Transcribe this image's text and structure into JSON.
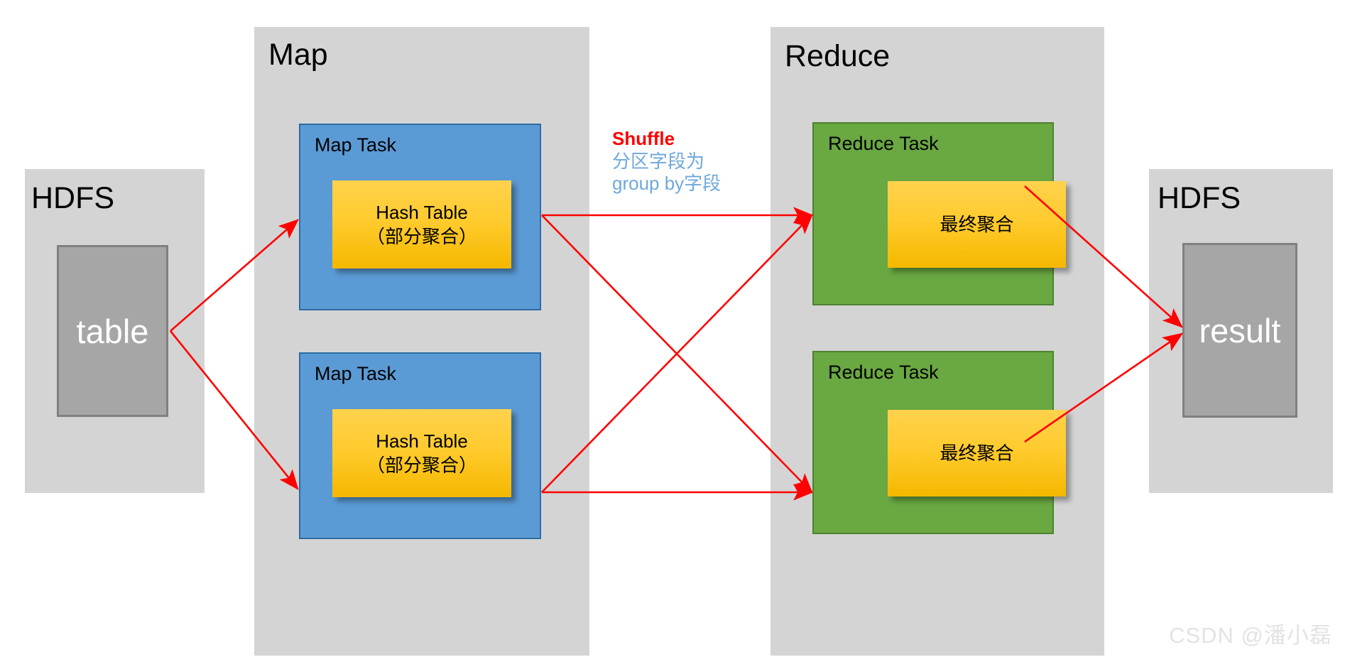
{
  "diagram": {
    "title_visible": false,
    "colors": {
      "panel_grey": "#d4d4d4",
      "store_grey": "#a6a6a6",
      "store_border": "#808080",
      "map_blue": "#5b9bd5",
      "reduce_green": "#6aa842",
      "hash_yellow": "#ffcb2e",
      "arrow_red": "#ff0000",
      "shuffle_red": "#ff0000",
      "shuffle_blue": "#6fa8dc",
      "watermark_grey": "#e3e3e3"
    }
  },
  "source": {
    "panel_title": "HDFS",
    "store_label": "table"
  },
  "map": {
    "panel_title": "Map",
    "tasks": [
      {
        "label": "Map Task",
        "inner": {
          "line1": "Hash Table",
          "line2": "（部分聚合）"
        }
      },
      {
        "label": "Map Task",
        "inner": {
          "line1": "Hash Table",
          "line2": "（部分聚合）"
        }
      }
    ]
  },
  "shuffle": {
    "title": "Shuffle",
    "line1": "分区字段为",
    "line2": "group by字段"
  },
  "reduce": {
    "panel_title": "Reduce",
    "tasks": [
      {
        "label": "Reduce Task",
        "inner": {
          "line1": "最终聚合",
          "line2": ""
        }
      },
      {
        "label": "Reduce Task",
        "inner": {
          "line1": "最终聚合",
          "line2": ""
        }
      }
    ]
  },
  "sink": {
    "panel_title": "HDFS",
    "store_label": "result"
  },
  "watermark": {
    "text": "CSDN @潘小磊"
  }
}
